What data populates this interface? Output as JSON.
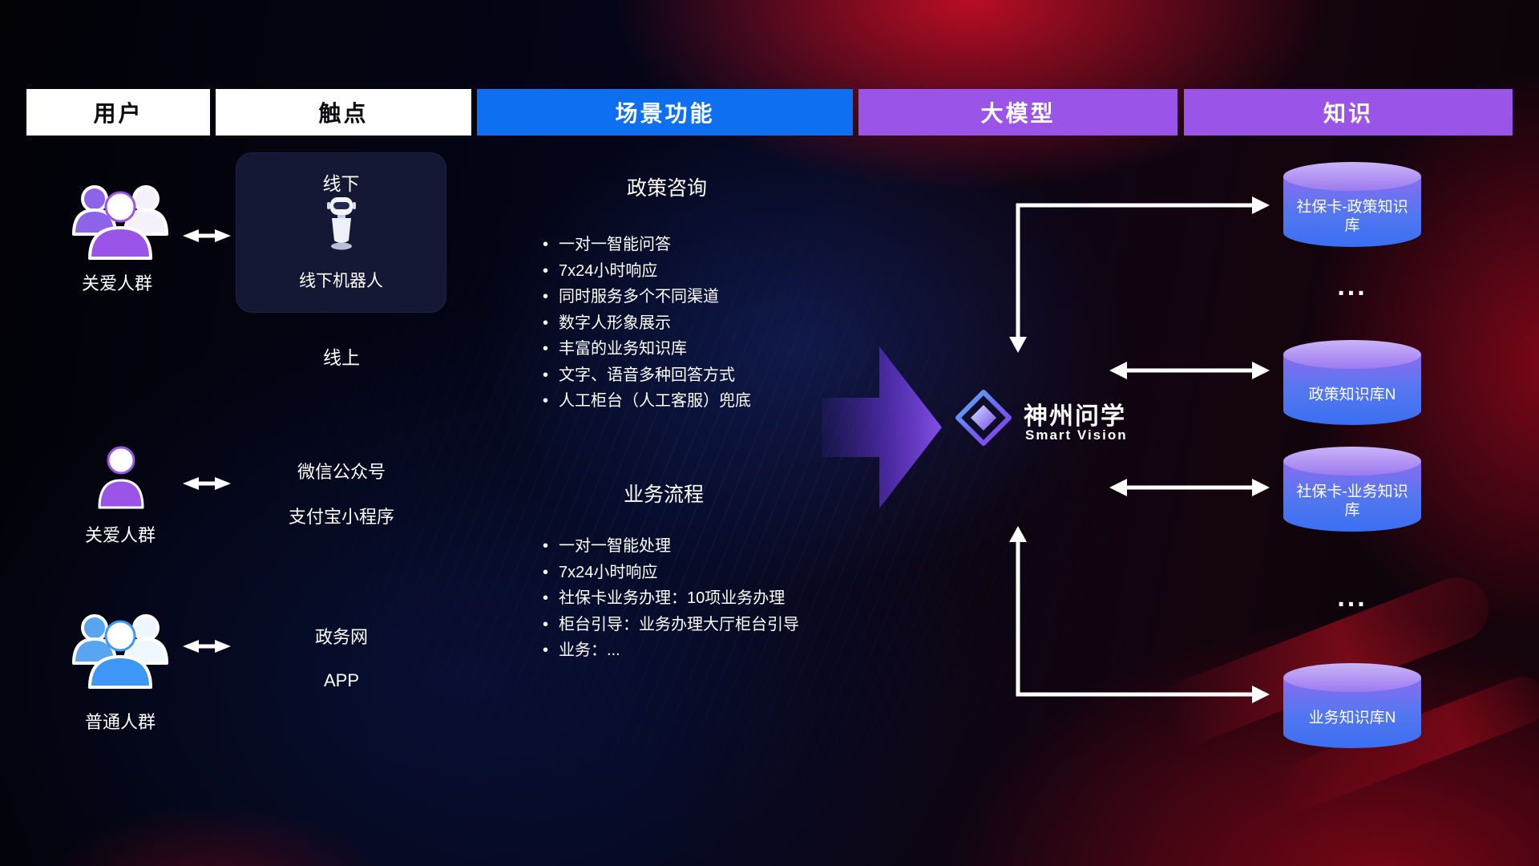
{
  "headers": {
    "user": "用户",
    "touchpoint": "触点",
    "scenario": "场景功能",
    "model": "大模型",
    "knowledge": "知识"
  },
  "users": {
    "group1_label": "关爱人群",
    "group2_label": "关爱人群",
    "group3_label": "普通人群"
  },
  "touchpoints": {
    "offline_title": "线下",
    "offline_robot": "线下机器人",
    "online_title": "线上",
    "channel1": "微信公众号",
    "channel2": "支付宝小程序",
    "channel3": "政务网",
    "channel4": "APP"
  },
  "scenario": {
    "section1_title": "政策咨询",
    "section1_items": [
      "一对一智能问答",
      "7x24小时响应",
      "同时服务多个不同渠道",
      "数字人形象展示",
      "丰富的业务知识库",
      "文字、语音多种回答方式",
      "人工柜台（人工客服）兜底"
    ],
    "section2_title": "业务流程",
    "section2_items": [
      "一对一智能处理",
      "7x24小时响应",
      "社保卡业务办理：10项业务办理",
      "柜台引导：业务办理大厅柜台引导",
      "业务：..."
    ]
  },
  "model": {
    "name": "神州问学",
    "subtitle": "Smart Vision"
  },
  "knowledge": {
    "db1": "社保卡-政策知识库",
    "ellipsis1": "...",
    "db2": "政策知识库N",
    "db3": "社保卡-业务知识库",
    "ellipsis2": "...",
    "db4": "业务知识库N"
  },
  "colors": {
    "scenario_blue": "#0e6ff0",
    "header_purple": "#9a55e8",
    "arrow_purple": "#7a45e0",
    "db_top": "#b79af4",
    "db_bottom": "#3a6ff2",
    "bg_red": "#b00a20",
    "bg_navy": "#0a1650"
  }
}
